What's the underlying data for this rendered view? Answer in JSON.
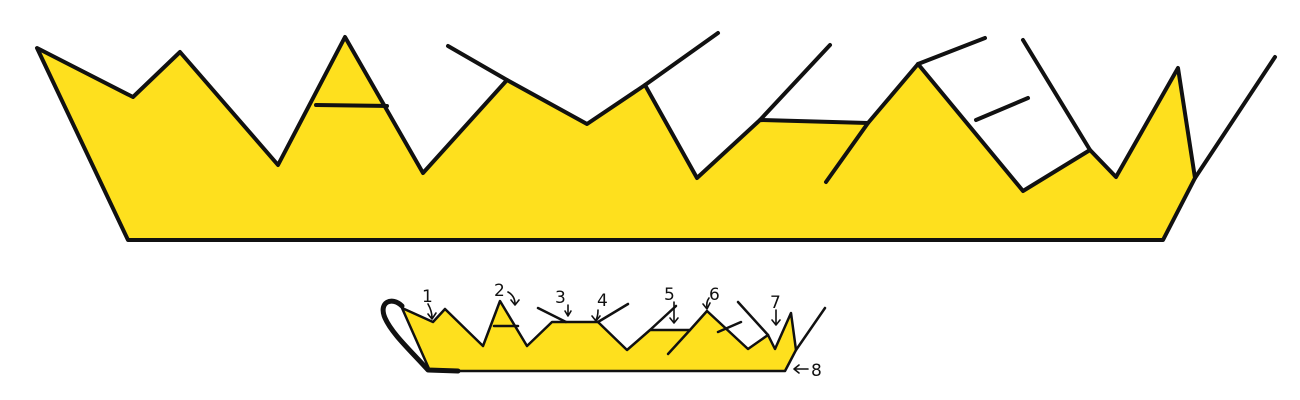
{
  "colors": {
    "fill": "#FEE01E",
    "stroke": "#111111",
    "background": "#FFFFFF"
  },
  "small_diagram": {
    "labels": [
      "1",
      "2",
      "3",
      "4",
      "5",
      "6",
      "7",
      "8"
    ]
  }
}
